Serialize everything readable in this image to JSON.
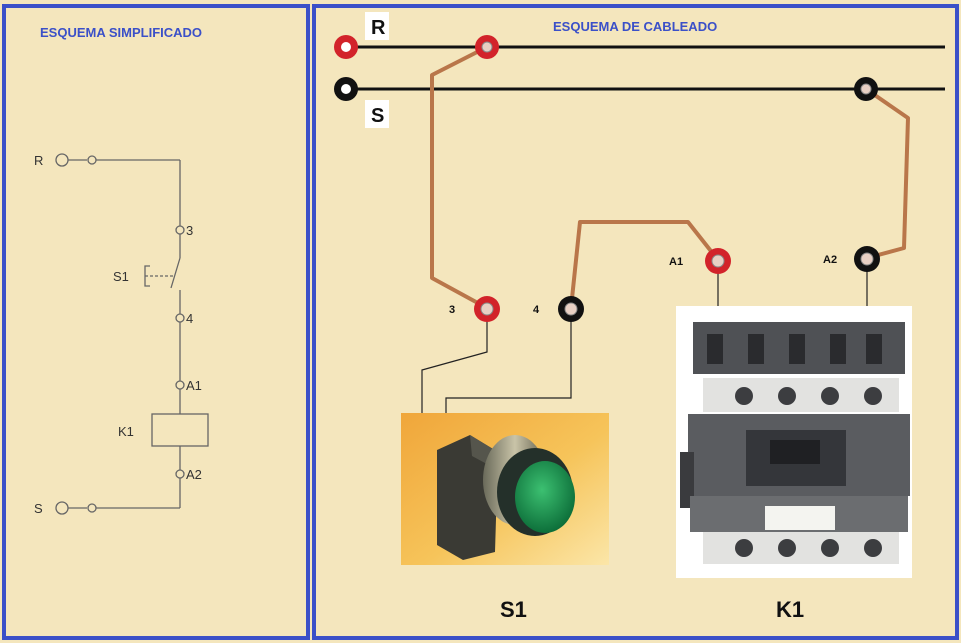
{
  "left_panel": {
    "title": "ESQUEMA SIMPLIFICADO",
    "labels": {
      "r": "R",
      "s": "S",
      "t3": "3",
      "t4": "4",
      "s1": "S1",
      "a1": "A1",
      "a2": "A2",
      "k1": "K1"
    }
  },
  "right_panel": {
    "title": "ESQUEMA DE CABLEADO",
    "labels": {
      "r": "R",
      "s": "S",
      "t3": "3",
      "t4": "4",
      "a1": "A1",
      "a2": "A2",
      "s1": "S1",
      "k1": "K1"
    }
  },
  "colors": {
    "background": "#f4e6bd",
    "border": "#3b50c8",
    "title": "#3b50c8",
    "wire": "#b9764a",
    "terminal_red": "#d2232a",
    "terminal_black": "#111111"
  }
}
